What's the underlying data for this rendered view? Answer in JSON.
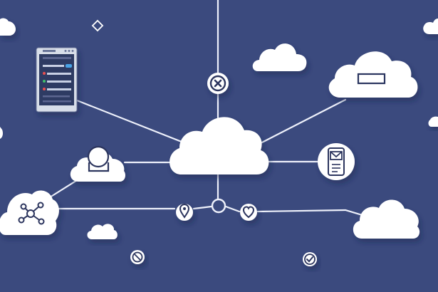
{
  "scene": {
    "background": "#3b4a7e",
    "cloud_color": "#ffffff",
    "line_color": "#eef1fb",
    "icon_stroke": "#2c355e",
    "panel_color": "#d8dee9",
    "status_colors": [
      "#e94f4f",
      "#3fbf6a",
      "#4aa3e6"
    ]
  },
  "nodes": [
    {
      "name": "central-cloud",
      "icon": "cloud-icon"
    },
    {
      "name": "server-panel",
      "icon": "server-window-icon"
    },
    {
      "name": "user-cloud",
      "icon": "user-icon"
    },
    {
      "name": "network-cloud",
      "icon": "network-hub-icon"
    },
    {
      "name": "top-right-cloud",
      "icon": "rectangle-icon"
    },
    {
      "name": "mobile-mail",
      "icon": "mail-icon"
    },
    {
      "name": "bottom-right-cloud",
      "icon": "cloud-icon"
    },
    {
      "name": "close-badge",
      "icon": "close-icon"
    },
    {
      "name": "location-badge",
      "icon": "location-pin-icon"
    },
    {
      "name": "heart-badge",
      "icon": "heart-icon"
    },
    {
      "name": "check-badge",
      "icon": "check-icon"
    },
    {
      "name": "block-badge",
      "icon": "block-icon"
    }
  ]
}
